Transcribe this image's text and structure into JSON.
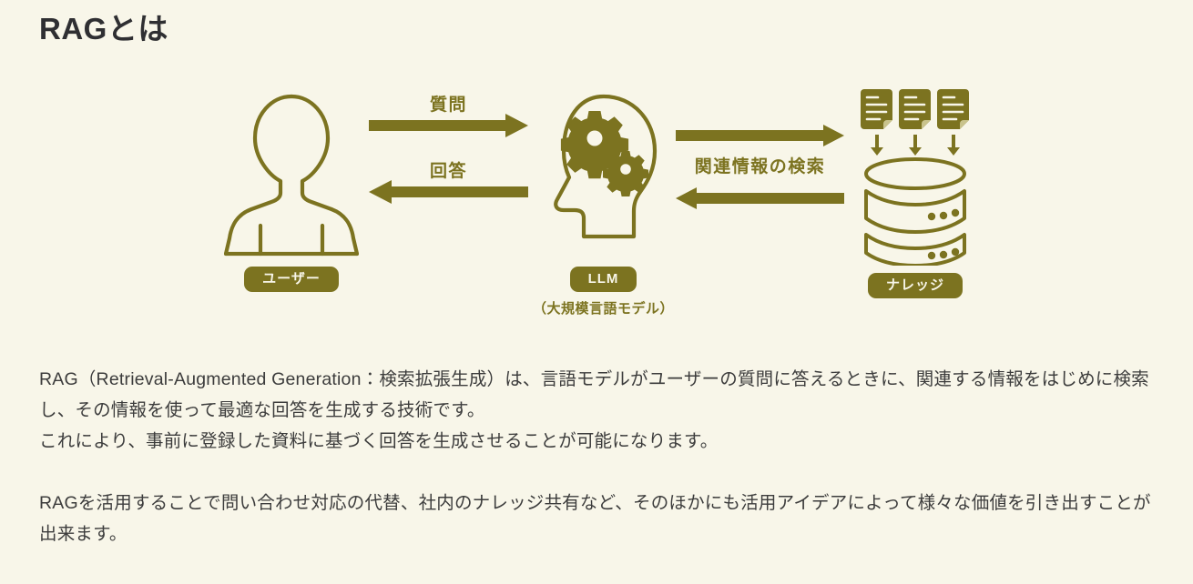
{
  "page": {
    "title": "RAGとは",
    "background_color": "#f8f6e9",
    "accent_color": "#7c7320",
    "text_color": "#3c3c3c",
    "title_color": "#2f2f32"
  },
  "diagram": {
    "nodes": [
      {
        "id": "user",
        "label": "ユーザー",
        "sub_label": "",
        "icon": "person-icon"
      },
      {
        "id": "llm",
        "label": "LLM",
        "sub_label": "（大規模言語モデル）",
        "icon": "brain-head-gears-icon"
      },
      {
        "id": "knowledge",
        "label": "ナレッジ",
        "sub_label": "",
        "icon": "database-documents-icon"
      }
    ],
    "flows": [
      {
        "id": "question",
        "caption": "質問",
        "direction": "right",
        "from": "user",
        "to": "llm"
      },
      {
        "id": "answer",
        "caption": "回答",
        "direction": "left",
        "from": "llm",
        "to": "user"
      },
      {
        "id": "retrieval",
        "caption": "関連情報の検索",
        "direction": "both",
        "from": "llm",
        "to": "knowledge"
      }
    ]
  },
  "body": {
    "paragraphs": [
      "RAG（Retrieval-Augmented Generation：検索拡張生成）は、言語モデルがユーザーの質問に答えるときに、関連する情報をはじめに検索し、その情報を使って最適な回答を生成する技術です。\nこれにより、事前に登録した資料に基づく回答を生成させることが可能になります。",
      "RAGを活用することで問い合わせ対応の代替、社内のナレッジ共有など、そのほかにも活用アイデアによって様々な価値を引き出すことが出来ます。"
    ]
  }
}
